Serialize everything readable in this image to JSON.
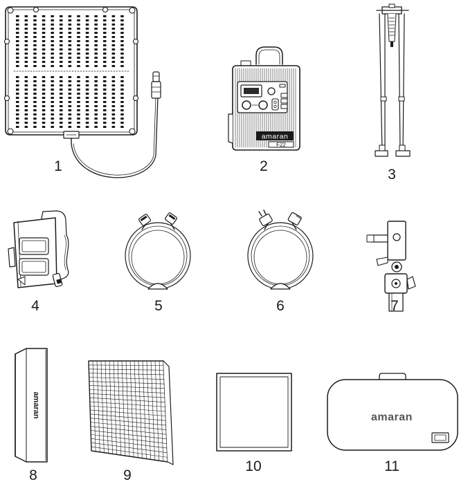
{
  "items": [
    {
      "id": "light-panel",
      "label": "1"
    },
    {
      "id": "control-box",
      "label": "2"
    },
    {
      "id": "support-rods",
      "label": "3"
    },
    {
      "id": "power-adapter",
      "label": "4"
    },
    {
      "id": "dc-cable",
      "label": "5"
    },
    {
      "id": "ac-power-cable",
      "label": "6"
    },
    {
      "id": "mount-bracket",
      "label": "7"
    },
    {
      "id": "softbox-diffuser",
      "label": "8"
    },
    {
      "id": "grid",
      "label": "9"
    },
    {
      "id": "diffusion-cloth",
      "label": "10"
    },
    {
      "id": "carrying-case",
      "label": "11"
    }
  ],
  "brand": {
    "logo_text": "amaran",
    "model_text": "F22"
  },
  "colors": {
    "line": "#1a1a1a",
    "fill": "#ffffff",
    "dark": "#2a2a2a",
    "gray": "#888888"
  }
}
